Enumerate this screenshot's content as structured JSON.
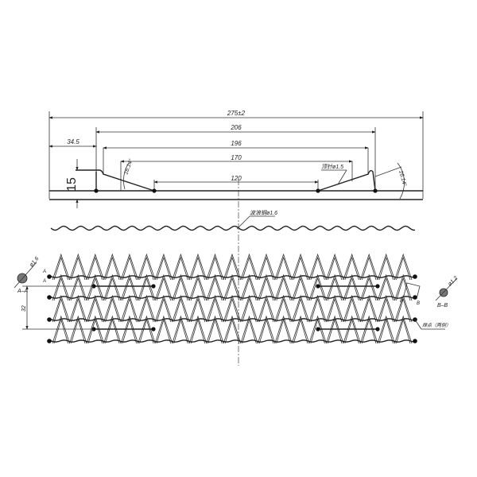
{
  "profile_view": {
    "dim_overall": "275±2",
    "dim_206": "206",
    "dim_196": "196",
    "dim_170": "170",
    "dim_120": "120",
    "dim_left_offset": "34.5",
    "dim_height": "15",
    "angle_left": "16.14°",
    "angle_right": "16.14°",
    "pin_label": "顶针ø1.5"
  },
  "wave_view": {
    "wave_wire_label": "波浪钢ø1.6"
  },
  "mesh_view": {
    "section_a_dia": "ø1.6",
    "section_a_mark_1": "A",
    "section_a_mark_2": "A",
    "section_a_label": "A–A",
    "pitch_dim": "32",
    "section_b_dia": "ø1.2",
    "section_b_mark_1": "B",
    "section_b_mark_2": "B",
    "section_b_label": "B–B",
    "weld_label": "焊点（两侧）",
    "columns": 21
  }
}
